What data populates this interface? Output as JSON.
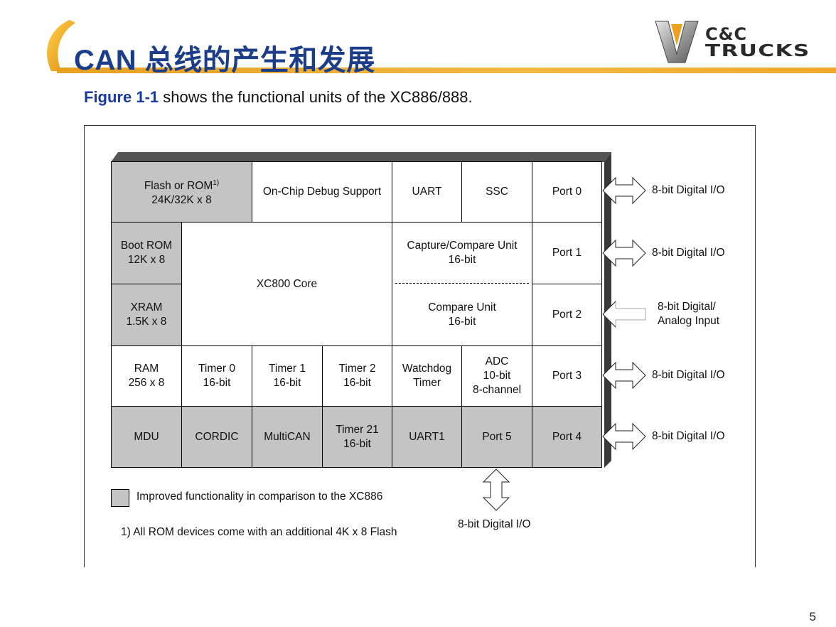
{
  "header": {
    "title": "CAN 总线的产生和发展",
    "logo": {
      "line1": "C&C",
      "line2": "TRUCKS"
    }
  },
  "caption": {
    "figure_ref": "Figure 1-1",
    "text": " shows the functional units of the XC886/888."
  },
  "diagram": {
    "flash": {
      "line1": "Flash or ROM",
      "sup": "1)",
      "line2": "24K/32K x 8"
    },
    "ocds": "On-Chip Debug Support",
    "uart": "UART",
    "ssc": "SSC",
    "port0": "Port 0",
    "boot_rom": "Boot ROM\n12K x 8",
    "xc800_core": "XC800 Core",
    "ccu": "Capture/Compare Unit\n16-bit",
    "port1": "Port 1",
    "xram": "XRAM\n1.5K x 8",
    "compare_unit": "Compare Unit\n16-bit",
    "port2": "Port 2",
    "ram": "RAM\n256 x 8",
    "timer0": "Timer 0\n16-bit",
    "timer1": "Timer 1\n16-bit",
    "timer2": "Timer 2\n16-bit",
    "watchdog": "Watchdog\nTimer",
    "adc": "ADC\n10-bit\n8-channel",
    "port3": "Port 3",
    "mdu": "MDU",
    "cordic": "CORDIC",
    "multican": "MultiCAN",
    "timer21": "Timer 21\n16-bit",
    "uart1": "UART1",
    "port5": "Port 5",
    "port4": "Port 4",
    "io_port0": "8-bit Digital I/O",
    "io_port1": "8-bit Digital I/O",
    "io_port2": "8-bit Digital/\nAnalog Input",
    "io_port3": "8-bit Digital I/O",
    "io_port4": "8-bit Digital I/O",
    "io_port5": "8-bit Digital I/O",
    "legend": "Improved functionality in comparison to the XC886",
    "footnote": "1) All ROM devices come with an additional 4K x 8 Flash"
  },
  "page_number": "5",
  "colors": {
    "title": "#1c3d8a",
    "figure_ref": "#1a3aa0",
    "accent_orange": "#f0a020",
    "improved_fill": "#c4c4c4"
  }
}
